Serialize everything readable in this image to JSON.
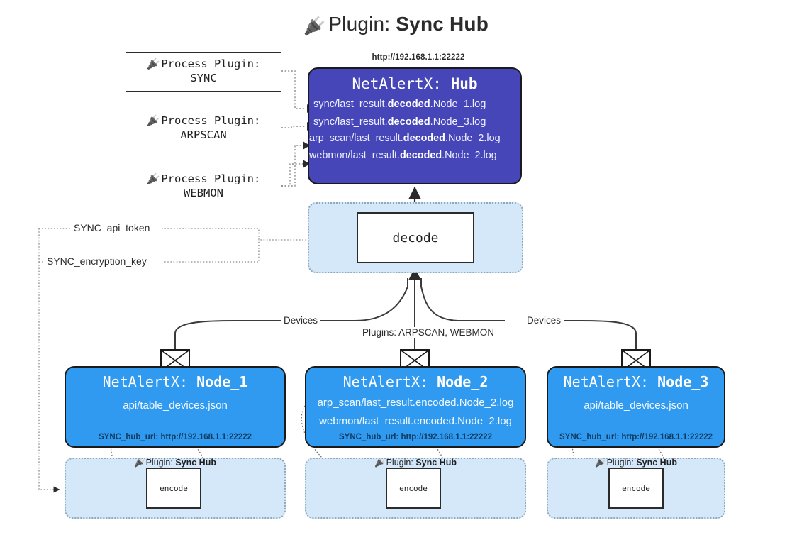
{
  "title": {
    "icon": "plug-icon",
    "prefix": "Plugin:",
    "name": "Sync Hub"
  },
  "process_plugins": [
    {
      "icon": "plug-icon",
      "line1": "Process Plugin:",
      "line2": "SYNC"
    },
    {
      "icon": "plug-icon",
      "line1": "Process Plugin:",
      "line2": "ARPSCAN"
    },
    {
      "icon": "plug-icon",
      "line1": "Process Plugin:",
      "line2": "WEBMON"
    }
  ],
  "hub": {
    "url": "http://192.168.1.1:22222",
    "title_prefix": "NetAlertX:",
    "title_name": "Hub",
    "loglines": [
      {
        "pre": "sync/last_result.",
        "em": "decoded",
        "post": ".Node_1.log"
      },
      {
        "pre": "sync/last_result.",
        "em": "decoded",
        "post": ".Node_3.log"
      },
      {
        "pre": "arp_scan/last_result.",
        "em": "decoded",
        "post": ".Node_2.log"
      },
      {
        "pre": "webmon/last_result.",
        "em": "decoded",
        "post": ".Node_2.log"
      }
    ]
  },
  "decode": {
    "label": "decode"
  },
  "keys": {
    "api_token": "SYNC_api_token",
    "encryption_key": "SYNC_encryption_key"
  },
  "edges": {
    "devices_left": "Devices",
    "devices_right": "Devices",
    "plugins_center": "Plugins: ARPSCAN, WEBMON"
  },
  "nodes": [
    {
      "title_prefix": "NetAlertX:",
      "title_name": "Node_1",
      "lines": [
        "api/table_devices.json"
      ],
      "url_label": "SYNC_hub_url: http://192.168.1.1:22222",
      "plugin_label_prefix": "Plugin:",
      "plugin_label_name": "Sync Hub",
      "encode_label": "encode"
    },
    {
      "title_prefix": "NetAlertX:",
      "title_name": "Node_2",
      "lines": [
        "arp_scan/last_result.encoded.Node_2.log",
        "webmon/last_result.encoded.Node_2.log"
      ],
      "url_label": "SYNC_hub_url: http://192.168.1.1:22222",
      "plugin_label_prefix": "Plugin:",
      "plugin_label_name": "Sync Hub",
      "encode_label": "encode"
    },
    {
      "title_prefix": "NetAlertX:",
      "title_name": "Node_3",
      "lines": [
        "api/table_devices.json"
      ],
      "url_label": "SYNC_hub_url: http://192.168.1.1:22222",
      "plugin_label_prefix": "Plugin:",
      "plugin_label_name": "Sync Hub",
      "encode_label": "encode"
    }
  ],
  "colors": {
    "hub_fill": "#4646b8",
    "node_fill": "#2f9aef",
    "container_fill": "#d4e8fa",
    "stroke": "#1a1a1a",
    "dotted_stroke": "#8fa8bd"
  }
}
